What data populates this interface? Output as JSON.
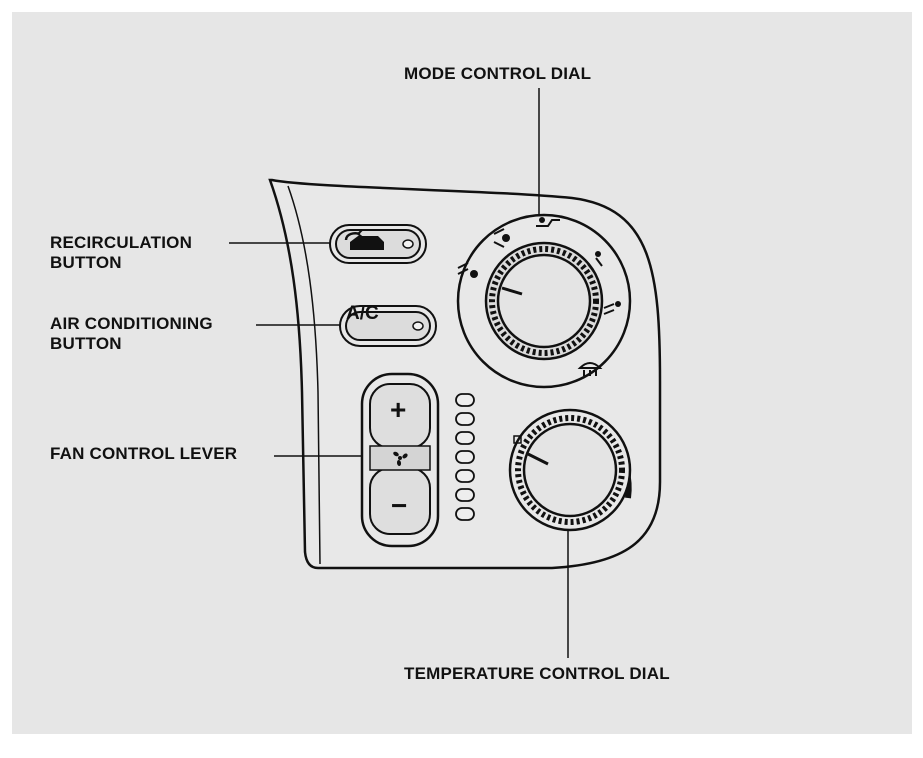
{
  "labels": {
    "mode_dial": "MODE CONTROL DIAL",
    "recirculation_line1": "RECIRCULATION",
    "recirculation_line2": "BUTTON",
    "ac_line1": "AIR CONDITIONING",
    "ac_line2": "BUTTON",
    "fan_lever": "FAN CONTROL LEVER",
    "temperature_dial": "TEMPERATURE CONTROL DIAL"
  },
  "panel": {
    "ac_button_text": "A/C",
    "fan_plus": "+",
    "fan_minus": "−",
    "fan_indicator_count": 7
  },
  "icons": {
    "recirculation": "car-recirculation-icon",
    "fan": "fan-icon",
    "mode_vent": "vent-mode-icon",
    "mode_bilevel": "bilevel-mode-icon",
    "mode_floor": "floor-mode-icon",
    "mode_floor_defrost": "floor-defrost-mode-icon",
    "mode_defrost": "defrost-icon"
  },
  "colors": {
    "background": "#e6e6e6",
    "ink": "#111111"
  }
}
